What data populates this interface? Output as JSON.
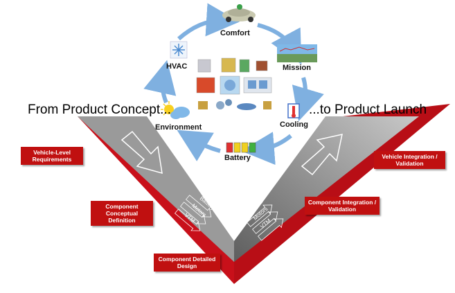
{
  "headline_left": "From Product Concept...",
  "headline_right": "...to Product Launch",
  "cycle": {
    "comfort": "Comfort",
    "mission": "Mission",
    "cooling": "Cooling",
    "battery": "Battery",
    "environment": "Environment",
    "hvac": "HVAC"
  },
  "stages": {
    "vehicle_level": "Vehicle-Level Requirements",
    "conceptual": "Component Conceptual Definition",
    "detailed": "Component Detailed Design",
    "comp_integration": "Component Integration / Validation",
    "vehicle_integration": "Vehicle Integration / Validation"
  },
  "left_arrows": [
    "Battery",
    "Motors",
    "VTM"
  ],
  "right_arrows": [
    "Battery",
    "Motors",
    "VTM"
  ],
  "colors": {
    "v_red": "#c8101a",
    "v_gray": "#8a8a8a",
    "cycle_arrow": "#7fb0e0"
  }
}
